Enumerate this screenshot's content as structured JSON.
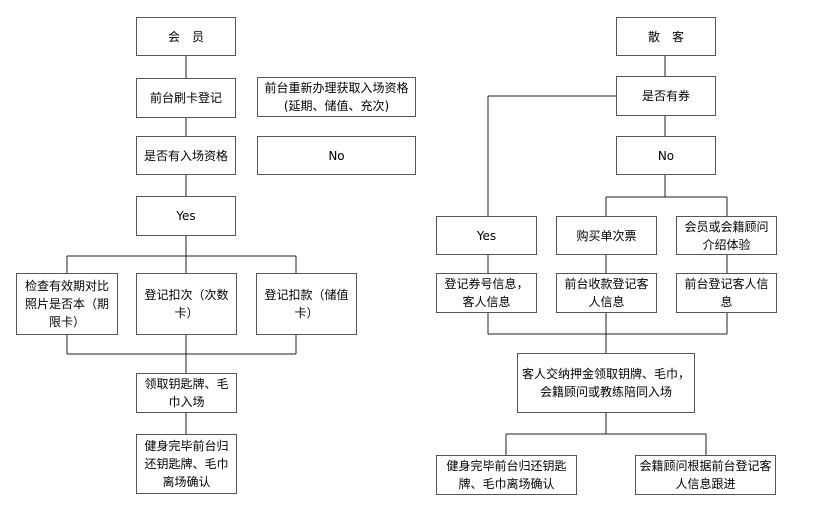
{
  "left": {
    "member": "会　员",
    "swipe_register": "前台刷卡登记",
    "reapply": "前台重新办理获取入场资格(延期、储值、充次)",
    "has_entry": "是否有入场资格",
    "no": "No",
    "yes": "Yes",
    "check_expiry": "检查有效期对比照片是否本（期限卡）",
    "deduct_times": "登记扣次（次数卡）",
    "deduct_amount": "登记扣款（储值卡）",
    "collect_key": "领取钥匙牌、毛巾入场",
    "return_key": "健身完毕前台归还钥匙牌、毛巾离场确认"
  },
  "right": {
    "walk_in": "散　客",
    "has_ticket": "是否有券",
    "no": "No",
    "yes": "Yes",
    "buy_single": "购买单次票",
    "referral": "会员或会籍顾问介绍体验",
    "register_ticket": "登记券号信息，客人信息",
    "pay_register": "前台收款登记客人信息",
    "front_register": "前台登记客人信息",
    "deposit_key": "客人交纳押金领取钥牌、毛巾，会籍顾问或教练陪同入场",
    "return_key": "健身完毕前台归还钥匙牌、毛巾离场确认",
    "follow_up": "会籍顾问根据前台登记客人信息跟进"
  }
}
